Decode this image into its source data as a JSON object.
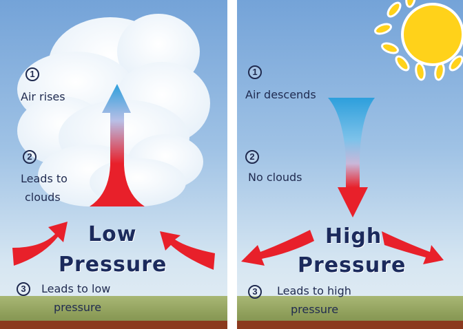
{
  "left": {
    "step1_number": "1",
    "step1_text": "Air rises",
    "step2_number": "2",
    "step2_text_line1": "Leads to",
    "step2_text_line2": "clouds",
    "title_line1": "Low",
    "title_line2": "Pressure",
    "step3_number": "3",
    "step3_text_line1": "Leads to low",
    "step3_text_line2": "pressure"
  },
  "right": {
    "step1_number": "1",
    "step1_text": "Air descends",
    "step2_number": "2",
    "step2_text": "No clouds",
    "title_line1": "High",
    "title_line2": "Pressure",
    "step3_number": "3",
    "step3_text_line1": "Leads to high",
    "step3_text_line2": "pressure"
  },
  "colors": {
    "arrow_red": "#e8202a",
    "arrow_blue": "#3aa3dc",
    "text_navy": "#1f2a4f",
    "sun_yellow": "#ffd21a"
  }
}
